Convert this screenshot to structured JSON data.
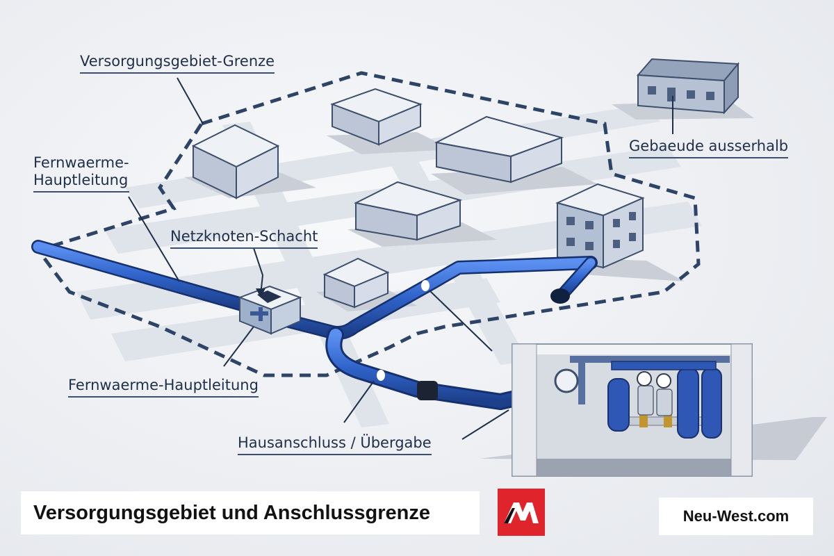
{
  "labels": {
    "supply_boundary": "Versorgungsgebiet-Grenze",
    "main_line_top_line1": "Fernwaerme-",
    "main_line_top_line2": "Hauptleitung",
    "network_node": "Netzknoten-Schacht",
    "building_outside": "Gebaeude ausserhalb",
    "main_line_bottom": "Fernwaerme-Hauptleitung",
    "house_connection": "Hausanschluss / Übergabe"
  },
  "footer": {
    "title": "Versorgungsgebiet und Anschlussgrenze",
    "site": "Neu-West.com"
  },
  "colors": {
    "pipe_blue": "#2f63c9",
    "boundary_line": "#2d4466",
    "logo_red": "#e0242b"
  }
}
